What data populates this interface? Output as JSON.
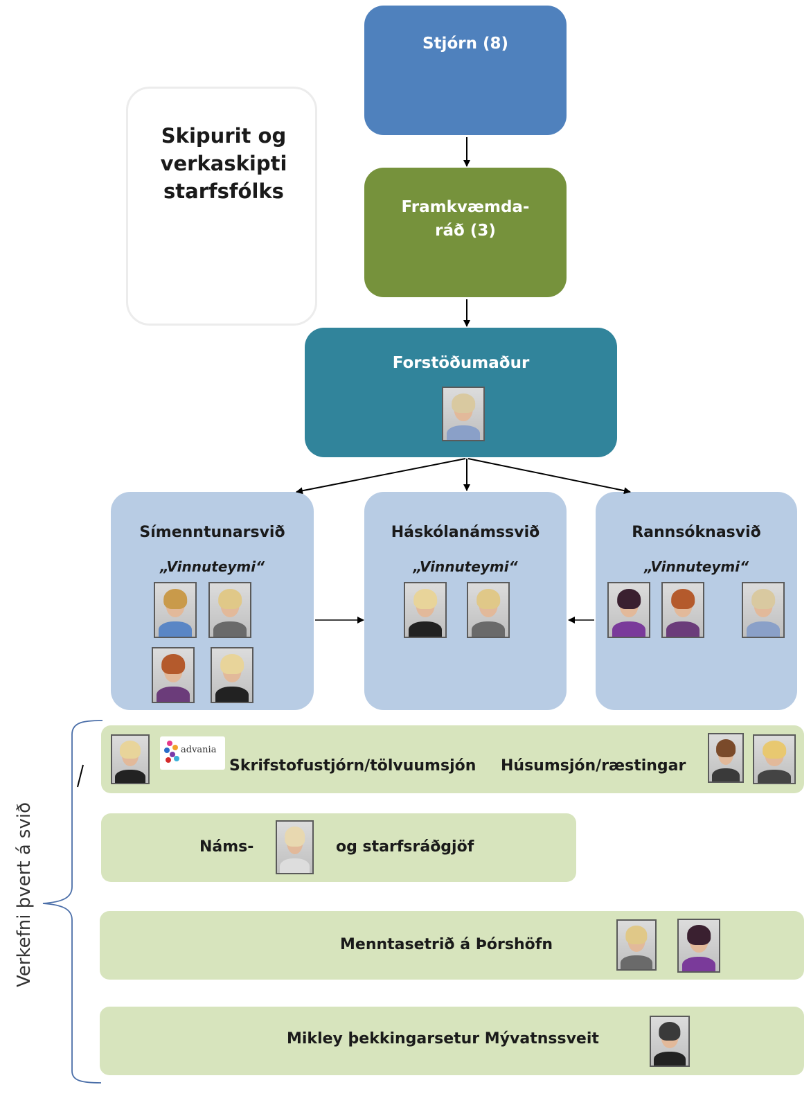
{
  "title": "Skipurit og verkaskipti starfsfólks",
  "board": "Stjórn (8)",
  "exec_council": "Framkvæmda-ráð (3)",
  "director": "Forstöðumaður",
  "divisions": [
    {
      "name": "Símenntunarsvið",
      "team": "„Vinnuteymi“"
    },
    {
      "name": "Háskólanámssvið",
      "team": "„Vinnuteymi“"
    },
    {
      "name": "Rannsóknasvið",
      "team": "„Vinnuteymi“"
    }
  ],
  "cross_tasks": {
    "bracket_label": "Verkefni þvert á svið",
    "office": "Skrifstofustjórn/tölvuumsjón",
    "advania_logo": "advania",
    "housekeeping": "Húsumsjón/ræstingar",
    "counseling_left": "Náms-",
    "counseling_right": "og starfsráðgjöf",
    "thorshofn": "Menntasetrið á Þórshöfn",
    "mikley": "Mikley þekkingarsetur Mývatnssveit"
  },
  "colors": {
    "board": "#4f81bd",
    "exec": "#76923c",
    "director": "#31849b",
    "division": "#b8cce4",
    "task": "#d7e4bd"
  }
}
